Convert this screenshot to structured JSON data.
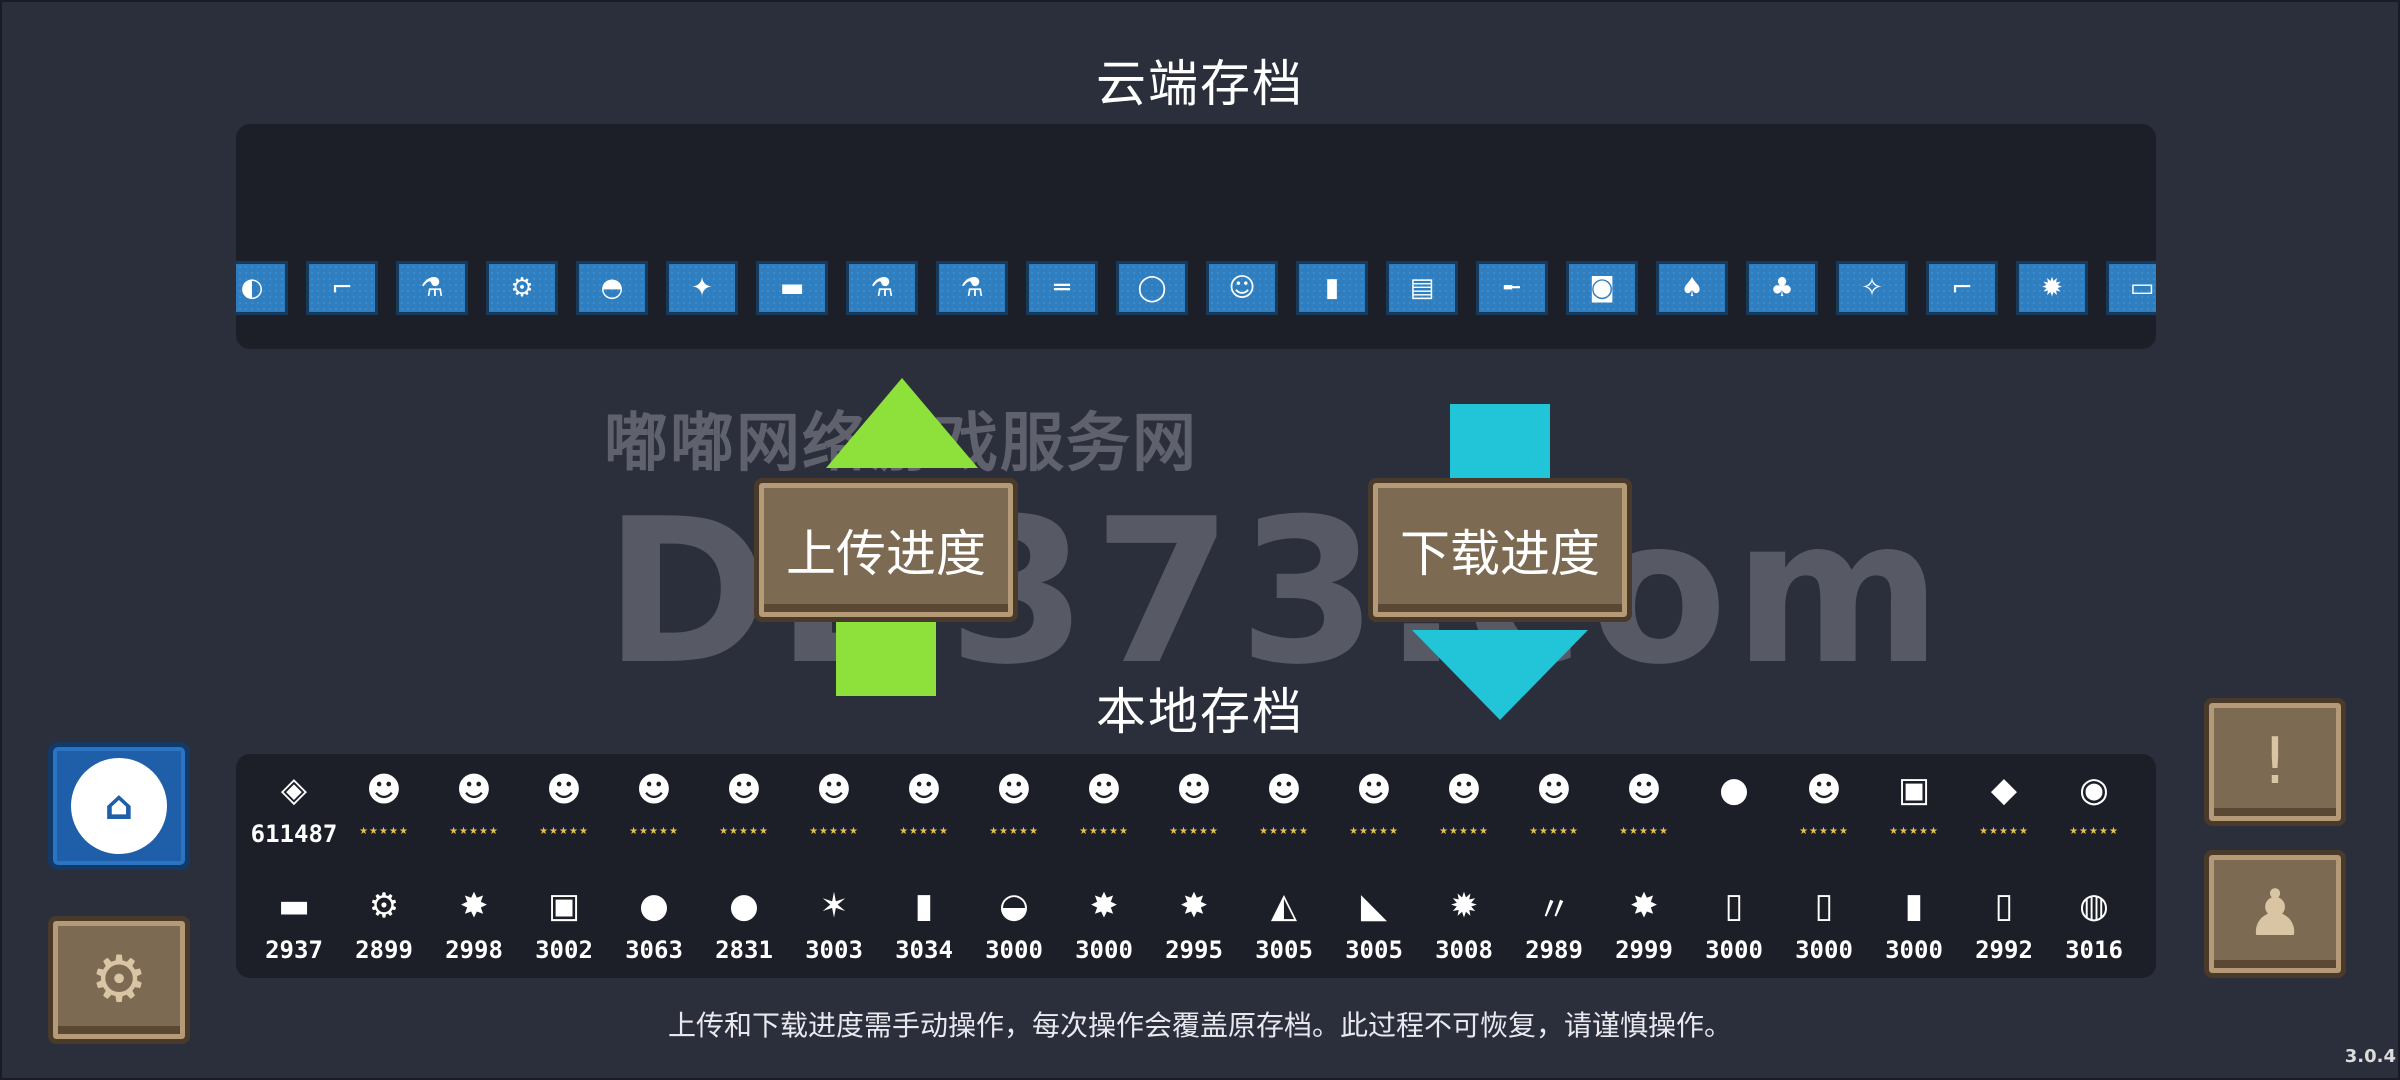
{
  "cloud_title": "云端存档",
  "local_title": "本地存档",
  "upload_label": "上传进度",
  "download_label": "下载进度",
  "watermark": {
    "line1": "嘟嘟网络游戏服务网",
    "line2": "DD373.com"
  },
  "warning": "上传和下载进度需手动操作，每次操作会覆盖原存档。此过程不可恢复，请谨慎操作。",
  "version": "3.0.4",
  "colors": {
    "background": "#2b2e3b",
    "panel": "#1c1e28",
    "slot": "#2f7fc0",
    "upload_arrow": "#8ee03a",
    "download_arrow": "#22c4d8",
    "wood": "#7d6a52"
  },
  "cloud_items": [
    {
      "icon": "orb-icon",
      "glyph": "◐"
    },
    {
      "icon": "green-gun-icon",
      "glyph": "⌐"
    },
    {
      "icon": "blue-potion-icon",
      "glyph": "⚗"
    },
    {
      "icon": "robot-icon",
      "glyph": "⚙"
    },
    {
      "icon": "ufo-icon",
      "glyph": "◓"
    },
    {
      "icon": "shuriken-icon",
      "glyph": "✦"
    },
    {
      "icon": "red-blaster-icon",
      "glyph": "▬"
    },
    {
      "icon": "red-potion-icon",
      "glyph": "⚗"
    },
    {
      "icon": "purple-potion-icon",
      "glyph": "⚗"
    },
    {
      "icon": "rifle-icon",
      "glyph": "═"
    },
    {
      "icon": "ring-icon",
      "glyph": "◯"
    },
    {
      "icon": "owl-mask-icon",
      "glyph": "☺"
    },
    {
      "icon": "battery-icon",
      "glyph": "▮"
    },
    {
      "icon": "cabinet-icon",
      "glyph": "▤"
    },
    {
      "icon": "shotgun-icon",
      "glyph": "╾"
    },
    {
      "icon": "camera-icon",
      "glyph": "◙"
    },
    {
      "icon": "mushroom-icon",
      "glyph": "♠"
    },
    {
      "icon": "dragon-icon",
      "glyph": "♣"
    },
    {
      "icon": "torch-icon",
      "glyph": "✧"
    },
    {
      "icon": "revolver-icon",
      "glyph": "⌐"
    },
    {
      "icon": "explosion-icon",
      "glyph": "✹"
    },
    {
      "icon": "crate-icon",
      "glyph": "▭"
    }
  ],
  "heroes": [
    {
      "icon": "gem-icon",
      "glyph": "◈",
      "value": "611487"
    },
    {
      "icon": "knight-icon",
      "glyph": "☻",
      "stars": "★★★★★"
    },
    {
      "icon": "rogue-icon",
      "glyph": "☻",
      "stars": "★★★★★"
    },
    {
      "icon": "witch-icon",
      "glyph": "☻",
      "stars": "★★★★★"
    },
    {
      "icon": "assassin-icon",
      "glyph": "☻",
      "stars": "★★★★★"
    },
    {
      "icon": "engineer-icon",
      "glyph": "☻",
      "stars": "★★★★★"
    },
    {
      "icon": "robot-hero-icon",
      "glyph": "☻",
      "stars": "★★★★★"
    },
    {
      "icon": "vampire-icon",
      "glyph": "☻",
      "stars": "★★★★★"
    },
    {
      "icon": "paladin-icon",
      "glyph": "☻",
      "stars": "★★★★★"
    },
    {
      "icon": "elf-icon",
      "glyph": "☻",
      "stars": "★★★★★"
    },
    {
      "icon": "werewolf-icon",
      "glyph": "☻",
      "stars": "★★★★★"
    },
    {
      "icon": "priest-icon",
      "glyph": "☻",
      "stars": "★★★★★"
    },
    {
      "icon": "druid-icon",
      "glyph": "☻",
      "stars": "★★★★★"
    },
    {
      "icon": "berserker-icon",
      "glyph": "☻",
      "stars": "★★★★★"
    },
    {
      "icon": "taoist-icon",
      "glyph": "☻",
      "stars": "★★★★★"
    },
    {
      "icon": "demon-icon",
      "glyph": "☻",
      "stars": "★★★★★"
    },
    {
      "icon": "locked-hero-icon",
      "glyph": "●",
      "stars": ""
    },
    {
      "icon": "monk-icon",
      "glyph": "☻",
      "stars": "★★★★★"
    },
    {
      "icon": "green-book-icon",
      "glyph": "▣",
      "stars": "★★★★★"
    },
    {
      "icon": "scroll-item-icon",
      "glyph": "◆",
      "stars": "★★★★★"
    },
    {
      "icon": "pot-icon",
      "glyph": "◉",
      "stars": "★★★★★"
    }
  ],
  "materials": [
    {
      "icon": "wood-log-icon",
      "glyph": "▬",
      "value": "2937"
    },
    {
      "icon": "gear-material-icon",
      "glyph": "⚙",
      "value": "2899"
    },
    {
      "icon": "red-crystal-icon",
      "glyph": "✸",
      "value": "2998"
    },
    {
      "icon": "chip-icon",
      "glyph": "▣",
      "value": "3002"
    },
    {
      "icon": "copper-ore-icon",
      "glyph": "●",
      "value": "3063"
    },
    {
      "icon": "iron-ore-icon",
      "glyph": "●",
      "value": "2831"
    },
    {
      "icon": "ice-crystal-icon",
      "glyph": "✶",
      "value": "3003"
    },
    {
      "icon": "battery-material-icon",
      "glyph": "▮",
      "value": "3034"
    },
    {
      "icon": "sack-icon",
      "glyph": "◒",
      "value": "3000"
    },
    {
      "icon": "purple-crystal-icon",
      "glyph": "✸",
      "value": "3000"
    },
    {
      "icon": "teal-crystal-icon",
      "glyph": "✸",
      "value": "2995"
    },
    {
      "icon": "mixed-ore-icon",
      "glyph": "◭",
      "value": "3005"
    },
    {
      "icon": "gun-part-icon",
      "glyph": "◣",
      "value": "3005"
    },
    {
      "icon": "fire-crystal-icon",
      "glyph": "✹",
      "value": "3008"
    },
    {
      "icon": "feather-icon",
      "glyph": "〃",
      "value": "2989"
    },
    {
      "icon": "dark-crystal-icon",
      "glyph": "✸",
      "value": "2999"
    },
    {
      "icon": "scroll-icon",
      "glyph": "▯",
      "value": "3000"
    },
    {
      "icon": "scroll-icon",
      "glyph": "▯",
      "value": "3000"
    },
    {
      "icon": "card-icon",
      "glyph": "▮",
      "value": "3000"
    },
    {
      "icon": "scroll-icon",
      "glyph": "▯",
      "value": "2992"
    },
    {
      "icon": "fish-orb-icon",
      "glyph": "◍",
      "value": "3016"
    }
  ]
}
